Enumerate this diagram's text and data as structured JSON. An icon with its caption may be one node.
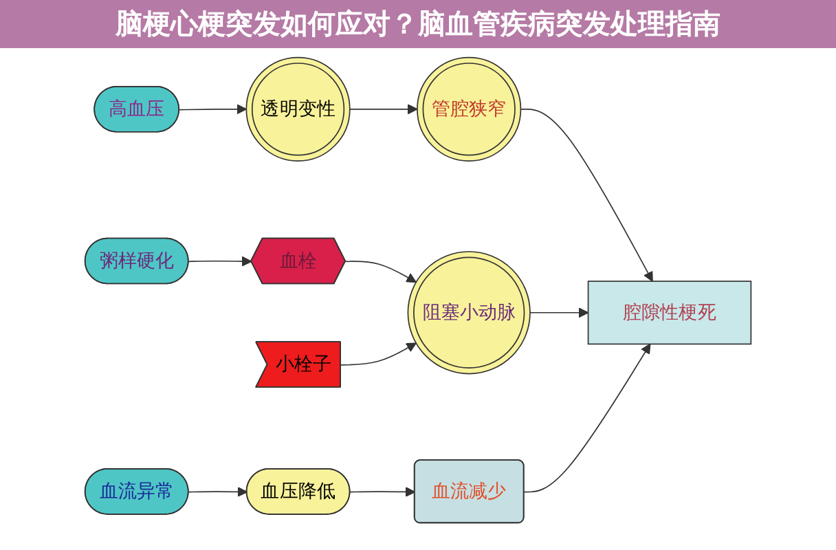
{
  "diagram": {
    "title": "脑梗心梗突发如何应对？脑血管疾病突发处理指南",
    "nodes": [
      {
        "text": [
          "高血压"
        ]
      },
      {
        "text": [
          "透明变性"
        ]
      },
      {
        "text": [
          "管腔狭窄"
        ]
      },
      {
        "text": [
          "粥样硬化"
        ]
      },
      {
        "text": [
          "血栓"
        ]
      },
      {
        "text": [
          "阻塞小动脉"
        ]
      },
      {
        "text": [
          "腔隙性梗死"
        ]
      },
      {
        "text": [
          "小栓子"
        ]
      },
      {
        "text": [
          "血流异常"
        ]
      },
      {
        "text": [
          "血压降低"
        ]
      },
      {
        "text": [
          "血流减少"
        ]
      }
    ],
    "edges": [
      {
        "from": 0,
        "to": 1,
        "arrow": "to"
      },
      {
        "from": 1,
        "to": 2,
        "arrow": "to"
      },
      {
        "from": 2,
        "to": 6,
        "arrow": "to"
      },
      {
        "from": 3,
        "to": 4,
        "arrow": "to"
      },
      {
        "from": 4,
        "to": 5,
        "arrow": "to"
      },
      {
        "from": 5,
        "to": 6,
        "arrow": "to"
      },
      {
        "from": 7,
        "to": 5,
        "arrow": "to"
      },
      {
        "from": 8,
        "to": 9,
        "arrow": "to"
      },
      {
        "from": 9,
        "to": 10,
        "arrow": "to"
      },
      {
        "from": 10,
        "to": 6,
        "arrow": "to"
      }
    ]
  }
}
